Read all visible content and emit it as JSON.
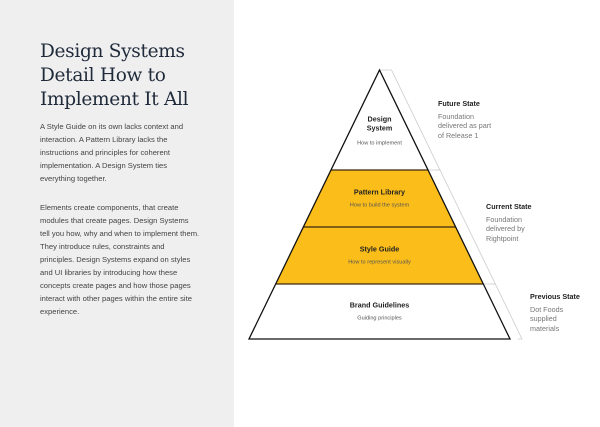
{
  "left": {
    "title": "Design Systems Detail How to Implement It All",
    "paragraphs": [
      "A Style Guide on its own lacks context and interaction. A Pattern Library lacks the instructions and principles for coherent implementation. A Design System ties everything together.",
      "Elements create components, that create modules that create pages. Design Systems tell you how, why and when to implement them. They introduce rules, constraints and principles. Design Systems expand on styles and UI libraries by introducing how these concepts create pages and how those pages interact with other pages within the entire site experience."
    ]
  },
  "pyramid": {
    "levels": [
      {
        "title_lines": [
          "Design",
          "System"
        ],
        "subtitle": "How to implement",
        "fill": "#ffffff"
      },
      {
        "title_lines": [
          "Pattern Library"
        ],
        "subtitle": "How to build the system",
        "fill": "#fbbd19"
      },
      {
        "title_lines": [
          "Style Guide"
        ],
        "subtitle": "How to represent visually",
        "fill": "#fbbd19"
      },
      {
        "title_lines": [
          "Brand Guidelines"
        ],
        "subtitle": "Guiding principles",
        "fill": "#ffffff"
      }
    ],
    "colors": {
      "outline": "#111111",
      "bracket": "#cccccc",
      "accent": "#fbbd19"
    }
  },
  "states": [
    {
      "title": "Future State",
      "lines": [
        "Foundation",
        "delivered as part",
        "of Release 1"
      ]
    },
    {
      "title": "Current State",
      "lines": [
        "Foundation",
        "delivered by",
        "Rightpoint"
      ]
    },
    {
      "title": "Previous State",
      "lines": [
        "Dot Foods",
        "supplied",
        "materials"
      ]
    }
  ]
}
